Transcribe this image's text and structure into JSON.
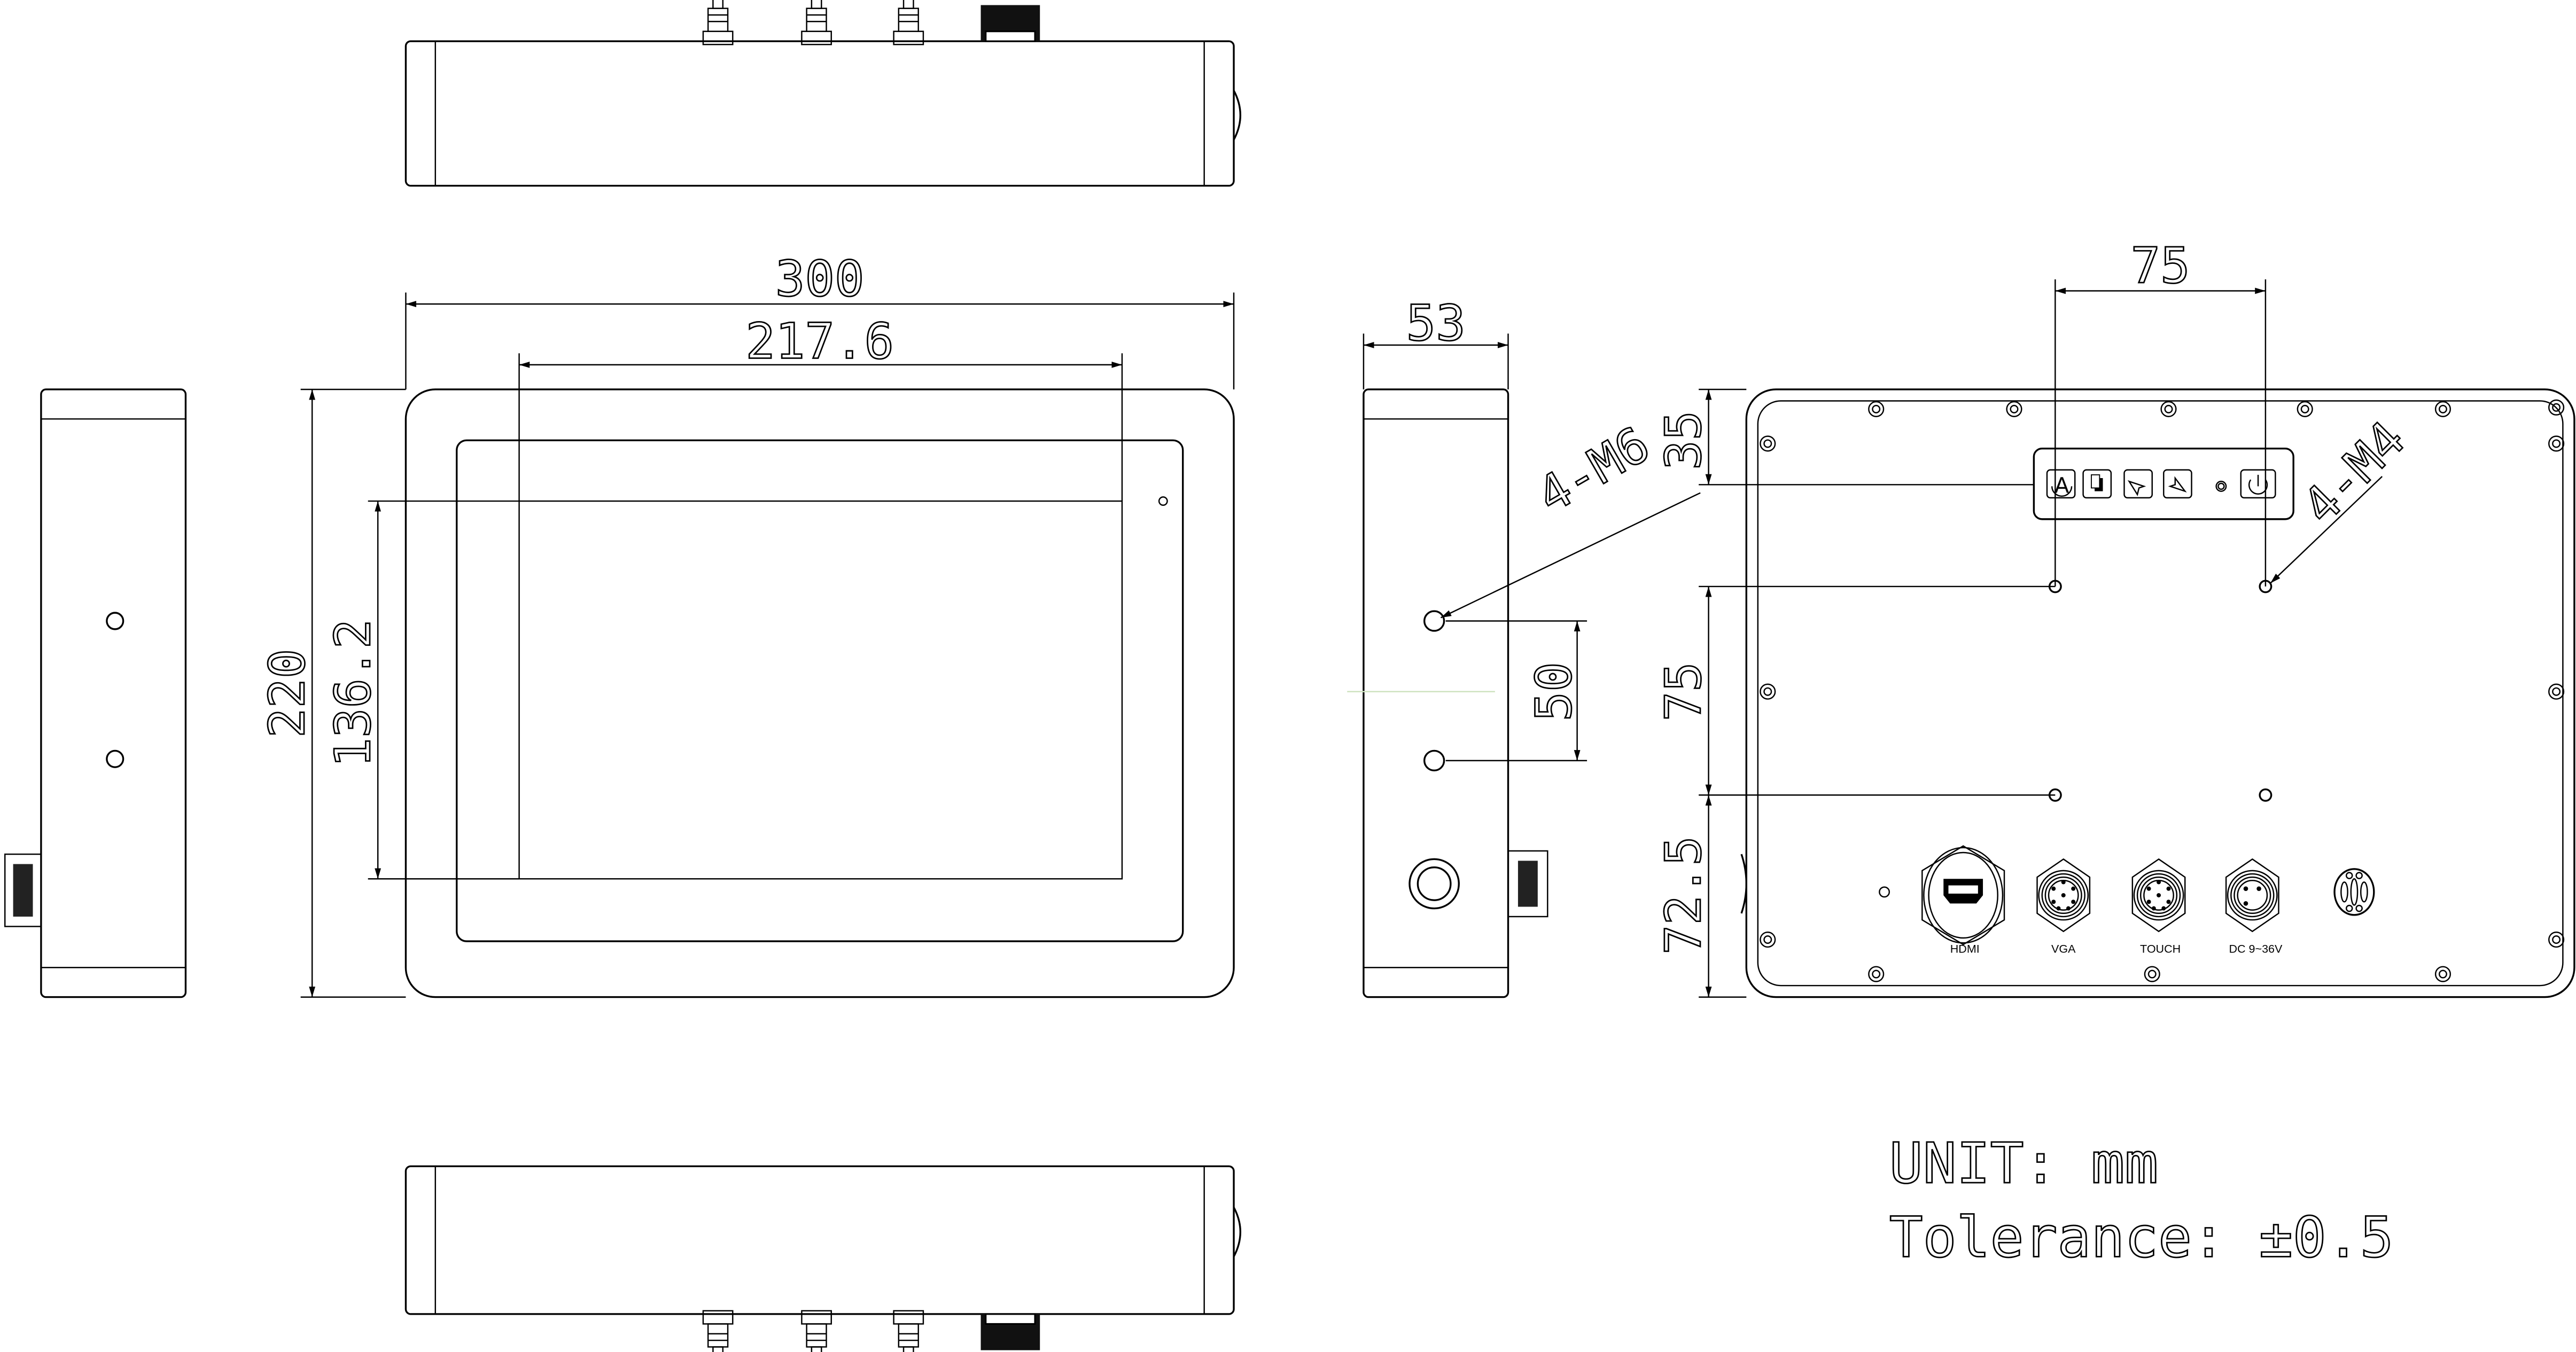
{
  "drawing": {
    "dimensions": {
      "overall_width": "300",
      "screen_width": "217.6",
      "overall_height": "220",
      "screen_height": "136.2",
      "depth": "53",
      "side_hole_spacing": "50",
      "vesa_horizontal": "75",
      "vesa_vertical": "75",
      "top_offset": "35",
      "bottom_offset": "72.5"
    },
    "callouts": {
      "side_thread": "4-M6",
      "rear_thread": "4-M4"
    },
    "connectors": [
      {
        "label": "HDMI",
        "icon": "hdmi-port-icon"
      },
      {
        "label": "VGA",
        "icon": "circular-connector-icon"
      },
      {
        "label": "TOUCH",
        "icon": "circular-connector-icon"
      },
      {
        "label": "DC 9~36V",
        "icon": "power-connector-icon"
      }
    ],
    "control_buttons": [
      "auto-adjust-icon",
      "menu-pages-icon",
      "left-arrow-icon",
      "right-arrow-icon",
      "led-indicator-icon",
      "power-icon"
    ],
    "notes": {
      "unit": "UNIT: mm",
      "tolerance": "Tolerance: ±0.5"
    }
  }
}
